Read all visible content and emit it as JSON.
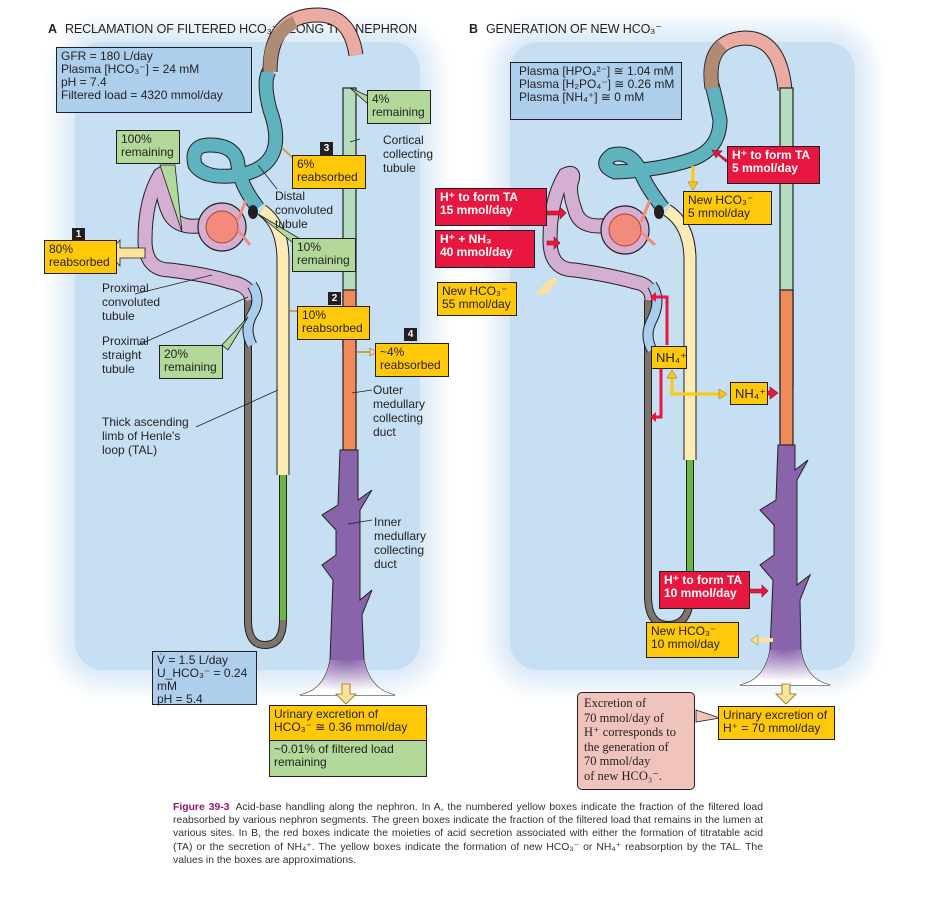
{
  "panel_a": {
    "letter": "A",
    "title": "RECLAMATION OF FILTERED HCO₃⁻ ALONG THE NEPHRON",
    "info_box": [
      "GFR = 180 L/day",
      "Plasma [HCO₃⁻] = 24 mM",
      "pH = 7.4",
      "Filtered load = 4320 mmol/day"
    ],
    "urine_box": [
      "V̇ = 1.5 L/day",
      "U_HCO₃⁻ = 0.24 mM",
      "pH = 5.4"
    ],
    "reabsorbed_boxes": [
      {
        "number": "1",
        "percent": "80%",
        "label": "reabsorbed"
      },
      {
        "number": "2",
        "percent": "10%",
        "label": "reabsorbed"
      },
      {
        "number": "3",
        "percent": "6%",
        "label": "reabsorbed"
      },
      {
        "number": "4",
        "percent": "~4%",
        "label": "reabsorbed"
      }
    ],
    "remaining_boxes": [
      {
        "percent": "100%",
        "label": "remaining"
      },
      {
        "percent": "20%",
        "label": "remaining"
      },
      {
        "percent": "10%",
        "label": "remaining"
      },
      {
        "percent": "4%",
        "label": "remaining"
      }
    ],
    "segment_labels": {
      "pct": [
        "Proximal",
        "convoluted",
        "tubule"
      ],
      "pst": [
        "Proximal",
        "straight",
        "tubule"
      ],
      "tal": [
        "Thick ascending",
        "limb of Henle's",
        "loop (TAL)"
      ],
      "dct": [
        "Distal",
        "convoluted",
        "tubule"
      ],
      "ccd": [
        "Cortical",
        "collecting",
        "tubule"
      ],
      "omcd": [
        "Outer",
        "medullary",
        "collecting",
        "duct"
      ],
      "imcd": [
        "Inner",
        "medullary",
        "collecting",
        "duct"
      ]
    },
    "excretion": {
      "line1": "Urinary excretion of",
      "line2": "HCO₃⁻ ≅ 0.36 mmol/day"
    },
    "excretion_remaining": {
      "line1": "~0.01% of filtered load",
      "line2": "remaining"
    }
  },
  "panel_b": {
    "letter": "B",
    "title": "GENERATION OF NEW HCO₃⁻",
    "info_box": [
      "Plasma [HPO₄²⁻] ≅ 1.04 mM",
      "Plasma [H₂PO₄⁻] ≅ 0.26 mM",
      "Plasma [NH₄⁺] ≅ 0 mM"
    ],
    "red_boxes": [
      {
        "line1": "H⁺ to form TA",
        "line2": "15 mmol/day"
      },
      {
        "line1": "H⁺ + NH₃",
        "line2": "40 mmol/day"
      },
      {
        "line1": "H⁺ to form TA",
        "line2": "5 mmol/day"
      },
      {
        "line1": "H⁺ to form TA",
        "line2": "10 mmol/day"
      }
    ],
    "yellow_boxes": [
      {
        "line1": "New HCO₃⁻",
        "line2": "55 mmol/day"
      },
      {
        "line1": "New HCO₃⁻",
        "line2": "5 mmol/day"
      },
      {
        "line1": "New HCO₃⁻",
        "line2": "10 mmol/day"
      }
    ],
    "nh4_labels": [
      "NH₄⁺",
      "NH₄⁺"
    ],
    "note": [
      "Excretion of",
      "70 mmol/day of",
      "H⁺ corresponds to",
      "the generation of",
      "70 mmol/day",
      "of new HCO₃⁻."
    ],
    "excretion": {
      "line1": "Urinary excretion of",
      "line2": "H⁺ = 70 mmol/day"
    }
  },
  "caption": {
    "figure": "Figure 39-3",
    "text": "Acid-base handling along the nephron. In A, the numbered yellow boxes indicate the fraction of the filtered load reabsorbed by various nephron segments. The green boxes indicate the fraction of the filtered load that remains in the lumen at various sites. In B, the red boxes indicate the moieties of acid secretion associated with either the formation of titratable acid (TA) or the secretion of NH₄⁺. The yellow boxes indicate the formation of new HCO₃⁻ or NH₄⁺ reabsorption by the TAL. The values in the boxes are approximations."
  },
  "colors": {
    "info_blue": "#aecfec",
    "remaining_green": "#b2d89a",
    "reabsorbed_yellow": "#ffc90a",
    "acid_red": "#e8173f",
    "note_pink": "#f0c4bd",
    "pct_lilac": "#d5afd2",
    "dct_teal": "#5fb3bf",
    "tal_cream": "#fdebb5",
    "omcd_orange": "#ef8b5a",
    "imcd_purple": "#8864ab",
    "ccd_mint": "#b6dcc0"
  }
}
